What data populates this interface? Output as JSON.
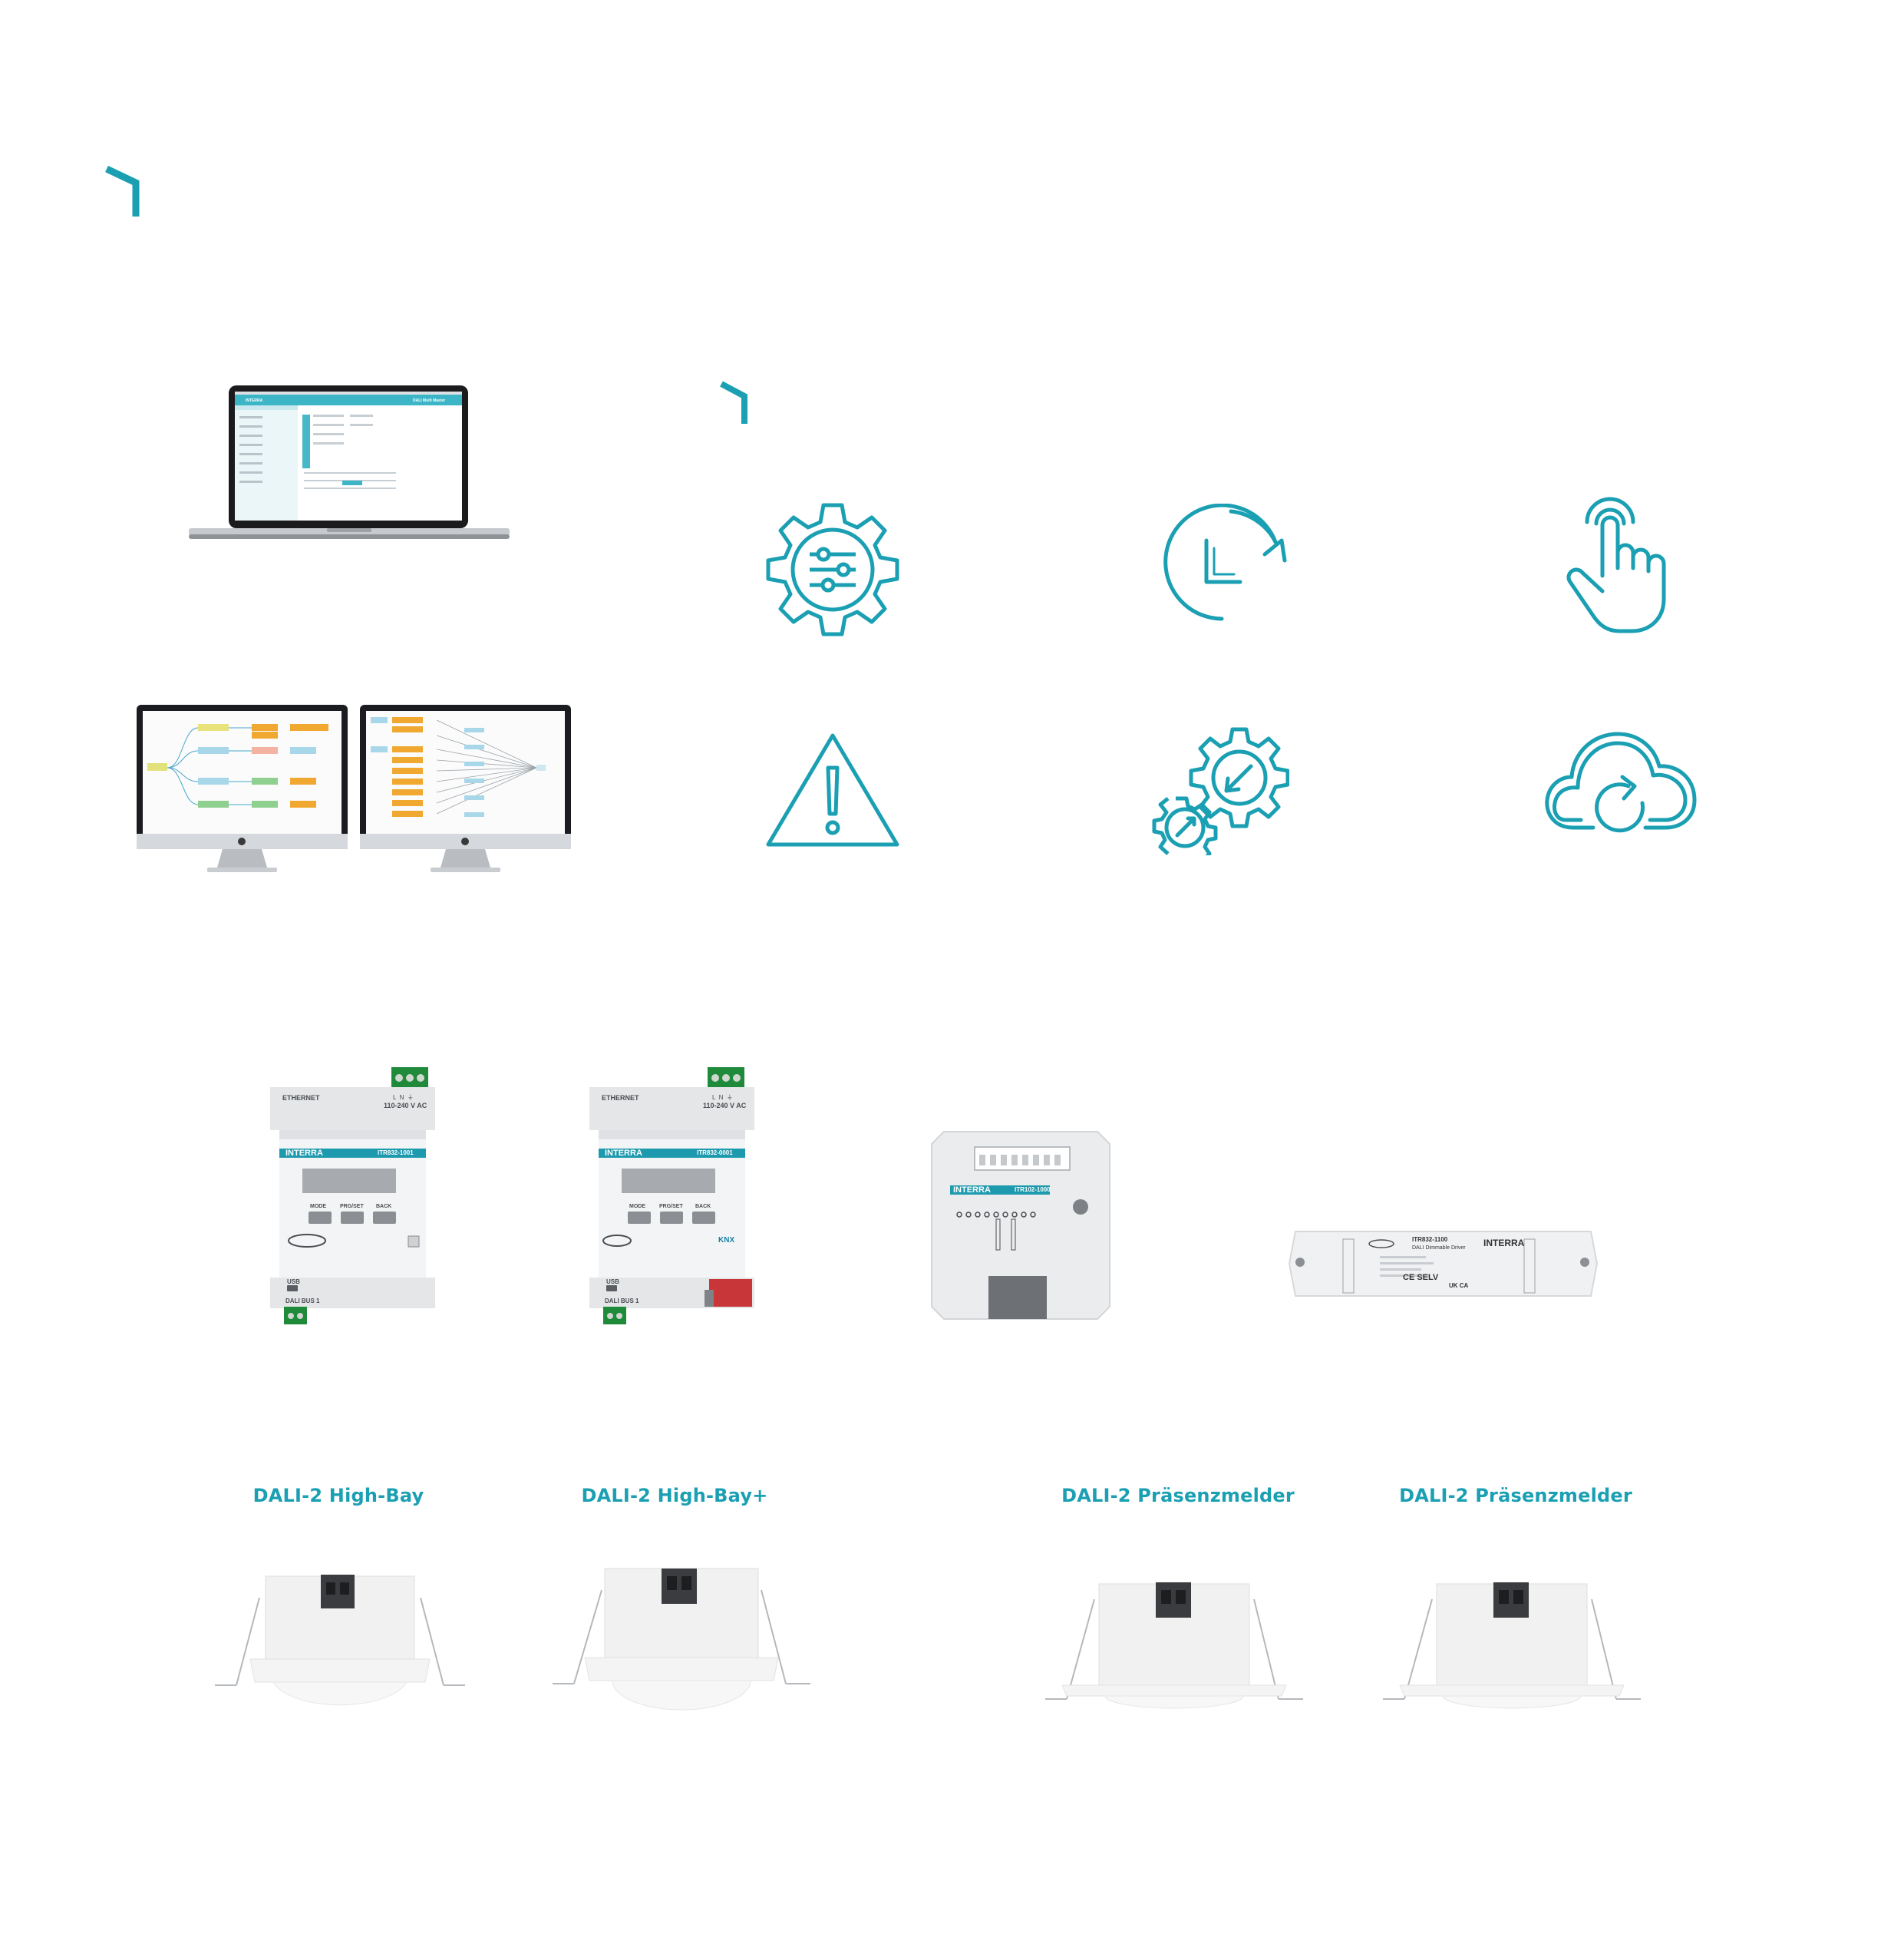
{
  "colors": {
    "accent": "#1a9fb3",
    "device_body": "#e9eaec",
    "terminal_green": "#1f8a3a"
  },
  "section_marks": [
    "chevron-mark",
    "chevron-mark"
  ],
  "software": {
    "laptop": {
      "brand": "INTERRA",
      "window_title": "DALI Multi Master"
    },
    "monitors": [
      "flow-editor",
      "flow-editor"
    ]
  },
  "feature_icons": [
    "gear-sliders-icon",
    "clock-rotate-icon",
    "touch-hand-icon",
    "warning-triangle-icon",
    "gears-refresh-icon",
    "cloud-sync-icon"
  ],
  "devices": [
    {
      "brand": "INTERRA",
      "model": "ITR832-1001",
      "top_label": "ETHERNET",
      "power_terms": "L  N  ⏚",
      "voltage": "110-240 V AC",
      "buttons": [
        "MODE",
        "PRG/SET",
        "BACK"
      ],
      "bottom_label": "USB",
      "bus_label": "DALI BUS 1"
    },
    {
      "brand": "INTERRA",
      "model": "ITR832-0001",
      "top_label": "ETHERNET",
      "power_terms": "L  N  ⏚",
      "voltage": "110-240 V AC",
      "buttons": [
        "MODE",
        "PRG/SET",
        "BACK"
      ],
      "bottom_label": "USB",
      "bus_label": "DALI BUS 1",
      "extra_badge": "KNX"
    },
    {
      "brand": "INTERRA",
      "model": "ITR102-1000"
    },
    {
      "brand": "INTERRA",
      "model": "ITR832-1100",
      "subtitle": "DALI Dimmable Driver",
      "marks": "CE SELV",
      "marks2": "UK CA"
    }
  ],
  "sensors": [
    {
      "label": "DALI-2 High-Bay"
    },
    {
      "label": "DALI-2 High-Bay+"
    },
    {
      "label": "DALI-2 Präsenzmelder"
    },
    {
      "label": "DALI-2 Präsenzmelder"
    }
  ]
}
